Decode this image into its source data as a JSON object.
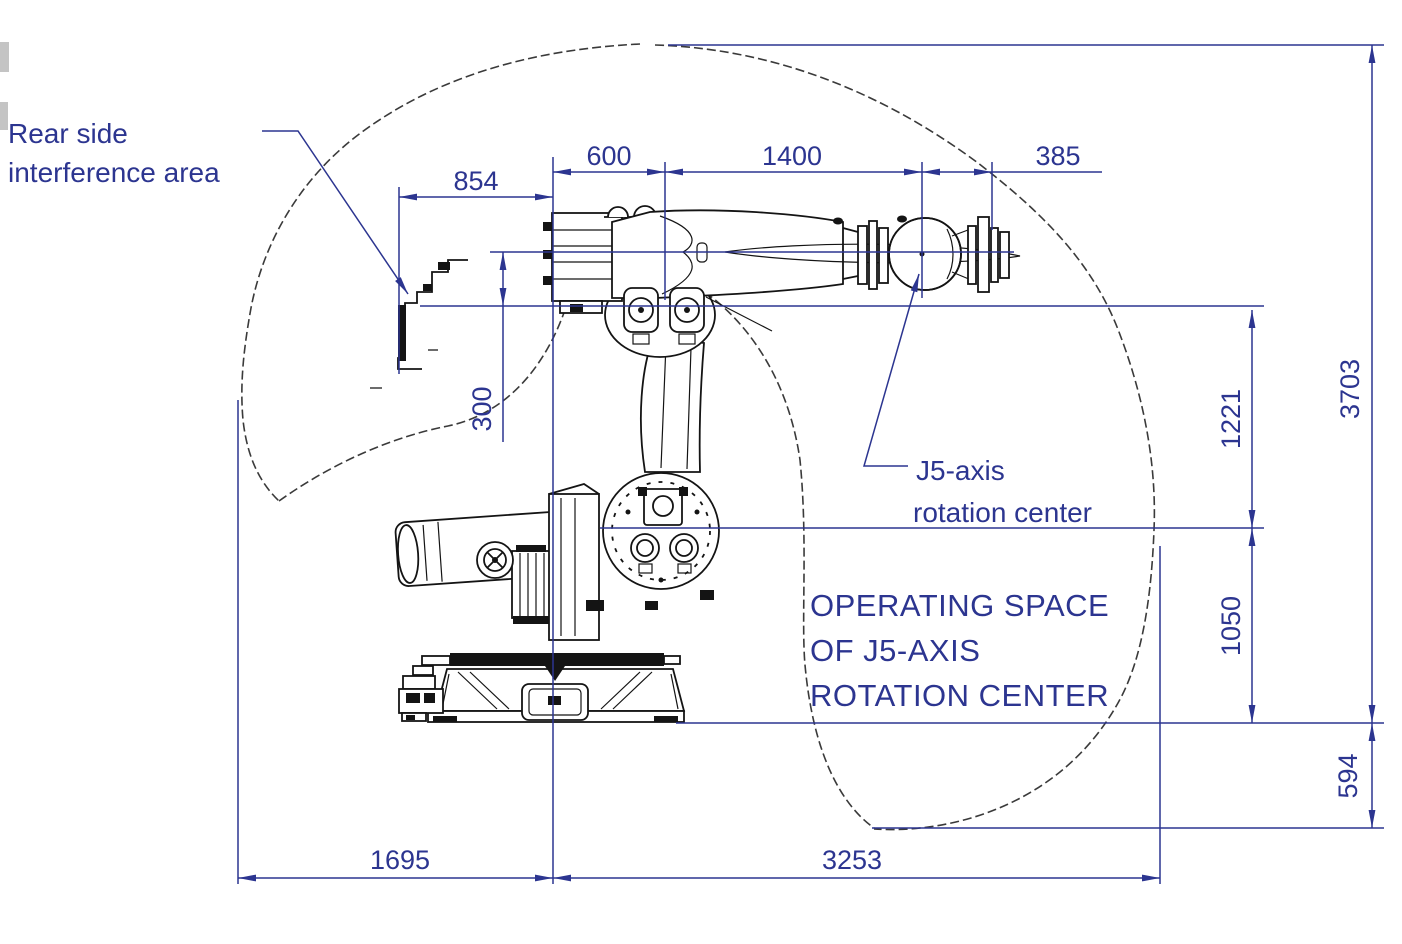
{
  "colors": {
    "dimension": "#2c3590",
    "drawing": "#141414",
    "envelope": "#3a3a3a",
    "background": "#ffffff"
  },
  "dimensions": {
    "h854": "854",
    "h600": "600",
    "h1400": "1400",
    "h385": "385",
    "v300": "300",
    "v1221": "1221",
    "v3703": "3703",
    "v1050": "1050",
    "v594": "594",
    "h1695": "1695",
    "h3253": "3253"
  },
  "labels": {
    "rear_side": {
      "line1": "Rear side",
      "line2": "interference area"
    },
    "j5_center": {
      "line1": "J5-axis",
      "line2": "rotation center"
    },
    "operating_space": {
      "line1": "OPERATING SPACE",
      "line2": "OF J5-AXIS",
      "line3": "ROTATION CENTER"
    }
  }
}
